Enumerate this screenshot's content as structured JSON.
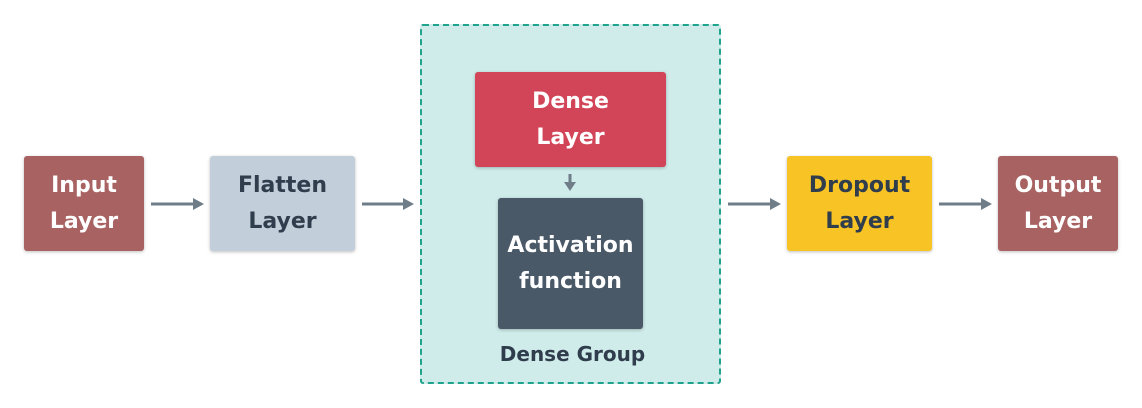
{
  "nodes": {
    "input": {
      "line1": "Input",
      "line2": "Layer",
      "bg": "#a86262",
      "fg": "#ffffff"
    },
    "flatten": {
      "line1": "Flatten",
      "line2": "Layer",
      "bg": "#c2ceda",
      "fg": "#2f3d4c"
    },
    "dense": {
      "line1": "Dense",
      "line2": "Layer",
      "bg": "#d24559",
      "fg": "#ffffff"
    },
    "activation": {
      "line1": "Activation",
      "line2": "function",
      "bg": "#4a5968",
      "fg": "#ffffff"
    },
    "dropout": {
      "line1": "Dropout",
      "line2": "Layer",
      "bg": "#f7c325",
      "fg": "#2f3d4c"
    },
    "output": {
      "line1": "Output",
      "line2": "Layer",
      "bg": "#a86262",
      "fg": "#ffffff"
    }
  },
  "group": {
    "label": "Dense Group",
    "border": "#1fa38c",
    "bg": "#cfecea"
  },
  "edges": [
    {
      "from": "input",
      "to": "flatten"
    },
    {
      "from": "flatten",
      "to": "dense-group"
    },
    {
      "from": "dense",
      "to": "activation"
    },
    {
      "from": "dense-group",
      "to": "dropout"
    },
    {
      "from": "dropout",
      "to": "output"
    }
  ],
  "arrow_color": "#6f7d89"
}
